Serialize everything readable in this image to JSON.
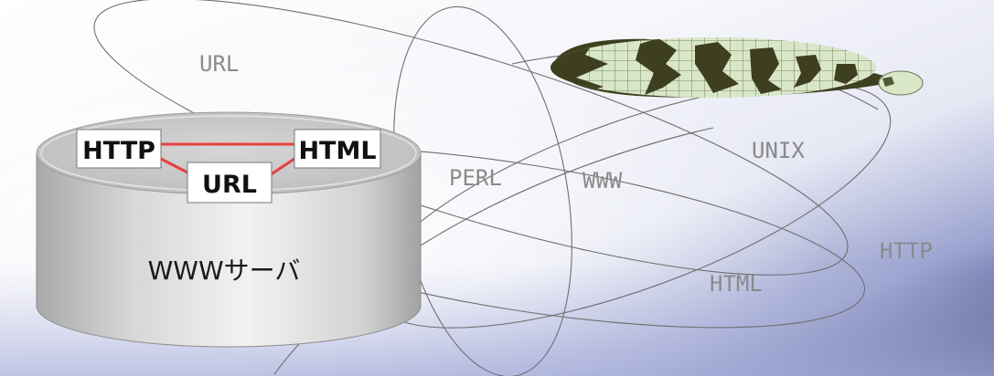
{
  "floating_labels": {
    "url": "URL",
    "perl": "PERL",
    "www": "WWW",
    "unix": "UNIX",
    "http": "HTTP",
    "html": "HTML"
  },
  "server": {
    "title": "WWWサーバ",
    "boxes": {
      "http": "HTTP",
      "html": "HTML",
      "url": "URL"
    }
  },
  "colors": {
    "background_dark": "#1e2a66",
    "background_light": "#ffffff",
    "connector_red": "#e84040",
    "cylinder_top": "#c9c9c9",
    "cylinder_side": "#d8d8d8",
    "globe_dark": "#3e3f1f",
    "globe_light": "#d9e6c8"
  }
}
